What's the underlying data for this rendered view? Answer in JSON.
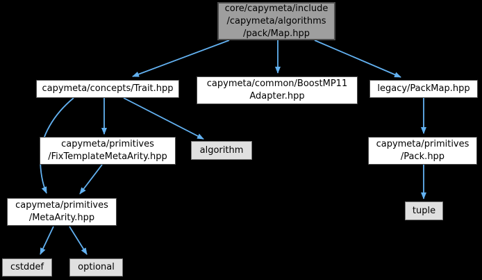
{
  "graph": {
    "kind": "include-dependency-graph",
    "colors": {
      "background": "#000000",
      "edge": "#63B2F2",
      "file_node_fill": "#ffffff",
      "stdlib_node_fill": "#e0e0e0",
      "root_node_fill": "#9e9e9e",
      "node_border": "#4d4d4d",
      "text": "#000000"
    },
    "nodes": {
      "map_hpp": {
        "label": "core/capymeta/include\n/capymeta/algorithms\n/pack/Map.hpp"
      },
      "trait_hpp": {
        "label": "capymeta/concepts/Trait.hpp"
      },
      "boostmp11_hpp": {
        "label": "capymeta/common/BoostMP11\nAdapter.hpp"
      },
      "packmap_hpp": {
        "label": "legacy/PackMap.hpp"
      },
      "fixtemplate_hpp": {
        "label": "capymeta/primitives\n/FixTemplateMetaArity.hpp"
      },
      "algorithm": {
        "label": "algorithm"
      },
      "pack_hpp": {
        "label": "capymeta/primitives\n/Pack.hpp"
      },
      "metaarity_hpp": {
        "label": "capymeta/primitives\n/MetaArity.hpp"
      },
      "tuple": {
        "label": "tuple"
      },
      "cstddef": {
        "label": "cstddef"
      },
      "optional": {
        "label": "optional"
      }
    },
    "edges": [
      {
        "from": "map_hpp",
        "to": "trait_hpp"
      },
      {
        "from": "map_hpp",
        "to": "boostmp11_hpp"
      },
      {
        "from": "map_hpp",
        "to": "packmap_hpp"
      },
      {
        "from": "trait_hpp",
        "to": "fixtemplate_hpp"
      },
      {
        "from": "trait_hpp",
        "to": "algorithm"
      },
      {
        "from": "trait_hpp",
        "to": "metaarity_hpp"
      },
      {
        "from": "fixtemplate_hpp",
        "to": "metaarity_hpp"
      },
      {
        "from": "metaarity_hpp",
        "to": "cstddef"
      },
      {
        "from": "metaarity_hpp",
        "to": "optional"
      },
      {
        "from": "packmap_hpp",
        "to": "pack_hpp"
      },
      {
        "from": "pack_hpp",
        "to": "tuple"
      }
    ]
  }
}
